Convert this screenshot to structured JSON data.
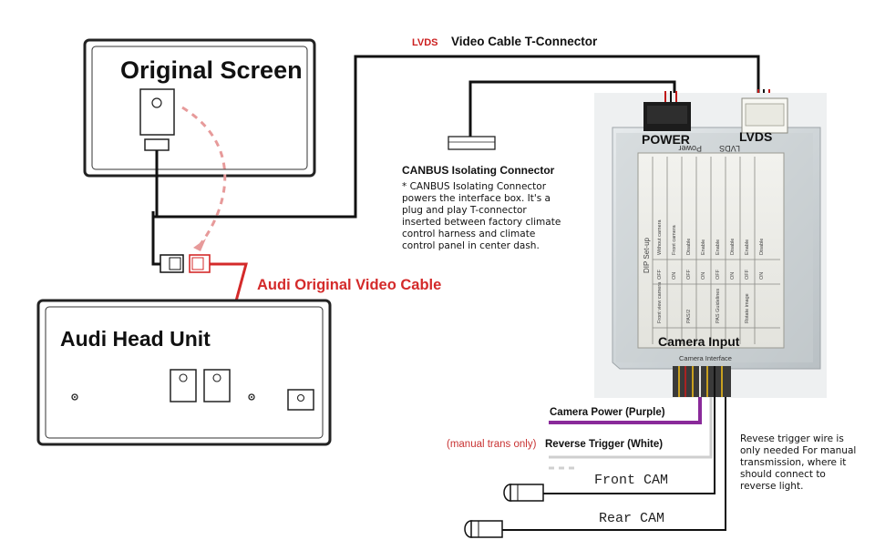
{
  "labels": {
    "lvds_tag": "LVDS",
    "t_connector": "Video Cable T-Connector",
    "original_screen": "Original Screen",
    "audi_head_unit": "Audi Head Unit",
    "audi_video_cable": "Audi Original Video Cable",
    "canbus_title": "CANBUS Isolating Connector",
    "canbus_note": "* CANBUS Isolating Connector\npowers the interface box. It's a\nplug and play T-connector\ninserted between factory climate\ncontrol harness and climate\ncontrol panel in center dash.",
    "power": "POWER",
    "lvds": "LVDS",
    "box_power_mirror": "Power",
    "box_lvds_mirror": "LVDS",
    "dip_setup": "DIP Set-up",
    "camera_input": "Camera Input",
    "camera_interface": "Camera Interface",
    "camera_power": "Camera Power (Purple)",
    "manual_trans": "(manual trans only)",
    "reverse_trigger": "Reverse Trigger (White)",
    "front_cam": "Front CAM",
    "rear_cam": "Rear CAM",
    "reverse_note": "Revese trigger wire is\nonly needed For manual\ntransmission, where it\nshould connect to\nreverse light."
  },
  "dip_table": {
    "rows": [
      {
        "label": "Front view camera",
        "off": "OFF",
        "on": "ON",
        "off_val": "Without camera",
        "on_val": "Front camera"
      },
      {
        "label": "PAS/2",
        "off": "OFF",
        "on": "ON",
        "off_val": "Disable",
        "on_val": "Enable"
      },
      {
        "label": "PAS Guidelines",
        "off": "OFF",
        "on": "ON",
        "off_val": "Enable",
        "on_val": "Disable"
      },
      {
        "label": "Rotate image",
        "off": "OFF",
        "on": "ON",
        "off_val": "Enable",
        "on_val": "Disable"
      }
    ]
  },
  "colors": {
    "red_cable": "#d42a2a",
    "purple_wire": "#8a2a9a",
    "lvds_red": "#cc1f1f",
    "wire": "#111111",
    "box_metal": "#d4d9dc"
  }
}
